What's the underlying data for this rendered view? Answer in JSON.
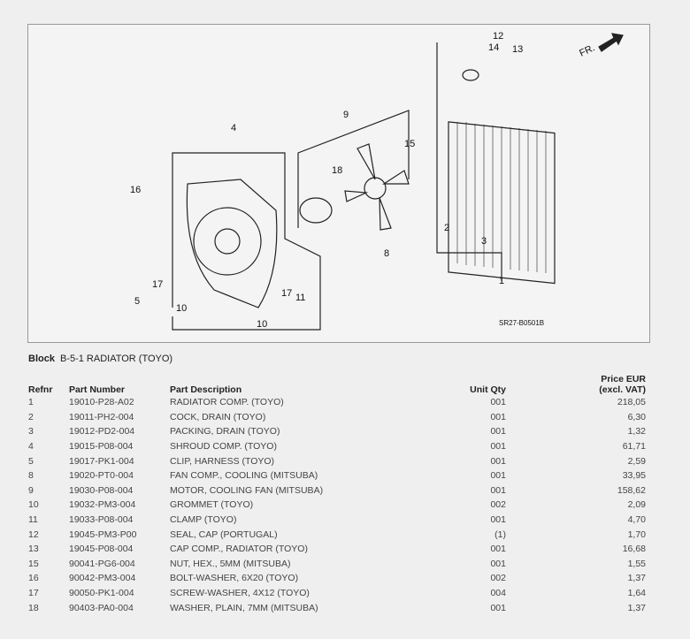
{
  "diagram": {
    "code": "SR27-B0501B",
    "direction": "FR.",
    "callouts": [
      "1",
      "2",
      "3",
      "4",
      "5",
      "8",
      "9",
      "10",
      "10",
      "11",
      "12",
      "13",
      "14",
      "15",
      "16",
      "17",
      "17",
      "18"
    ]
  },
  "block": {
    "label": "Block",
    "value": "B-5-1 RADIATOR (TOYO)"
  },
  "table": {
    "headers": {
      "refnr": "Refnr",
      "part_number": "Part Number",
      "description": "Part Description",
      "qty": "Unit Qty",
      "price_line1": "Price EUR",
      "price_line2": "(excl. VAT)"
    },
    "rows": [
      {
        "refnr": "1",
        "part": "19010-P28-A02",
        "desc": "RADIATOR COMP. (TOYO)",
        "qty": "001",
        "price": "218,05"
      },
      {
        "refnr": "2",
        "part": "19011-PH2-004",
        "desc": "COCK, DRAIN (TOYO)",
        "qty": "001",
        "price": "6,30"
      },
      {
        "refnr": "3",
        "part": "19012-PD2-004",
        "desc": "PACKING, DRAIN (TOYO)",
        "qty": "001",
        "price": "1,32"
      },
      {
        "refnr": "4",
        "part": "19015-P08-004",
        "desc": "SHROUD COMP. (TOYO)",
        "qty": "001",
        "price": "61,71"
      },
      {
        "refnr": "5",
        "part": "19017-PK1-004",
        "desc": "CLIP, HARNESS (TOYO)",
        "qty": "001",
        "price": "2,59"
      },
      {
        "refnr": "8",
        "part": "19020-PT0-004",
        "desc": "FAN COMP., COOLING (MITSUBA)",
        "qty": "001",
        "price": "33,95"
      },
      {
        "refnr": "9",
        "part": "19030-P08-004",
        "desc": "MOTOR, COOLING FAN (MITSUBA)",
        "qty": "001",
        "price": "158,62"
      },
      {
        "refnr": "10",
        "part": "19032-PM3-004",
        "desc": "GROMMET (TOYO)",
        "qty": "002",
        "price": "2,09"
      },
      {
        "refnr": "11",
        "part": "19033-P08-004",
        "desc": "CLAMP (TOYO)",
        "qty": "001",
        "price": "4,70"
      },
      {
        "refnr": "12",
        "part": "19045-PM3-P00",
        "desc": "SEAL, CAP (PORTUGAL)",
        "qty": "(1)",
        "price": "1,70"
      },
      {
        "refnr": "13",
        "part": "19045-P08-004",
        "desc": "CAP COMP., RADIATOR (TOYO)",
        "qty": "001",
        "price": "16,68"
      },
      {
        "refnr": "15",
        "part": "90041-PG6-004",
        "desc": "NUT, HEX., 5MM (MITSUBA)",
        "qty": "001",
        "price": "1,55"
      },
      {
        "refnr": "16",
        "part": "90042-PM3-004",
        "desc": "BOLT-WASHER, 6X20 (TOYO)",
        "qty": "002",
        "price": "1,37"
      },
      {
        "refnr": "17",
        "part": "90050-PK1-004",
        "desc": "SCREW-WASHER, 4X12 (TOYO)",
        "qty": "004",
        "price": "1,64"
      },
      {
        "refnr": "18",
        "part": "90403-PA0-004",
        "desc": "WASHER, PLAIN, 7MM (MITSUBA)",
        "qty": "001",
        "price": "1,37"
      }
    ]
  }
}
